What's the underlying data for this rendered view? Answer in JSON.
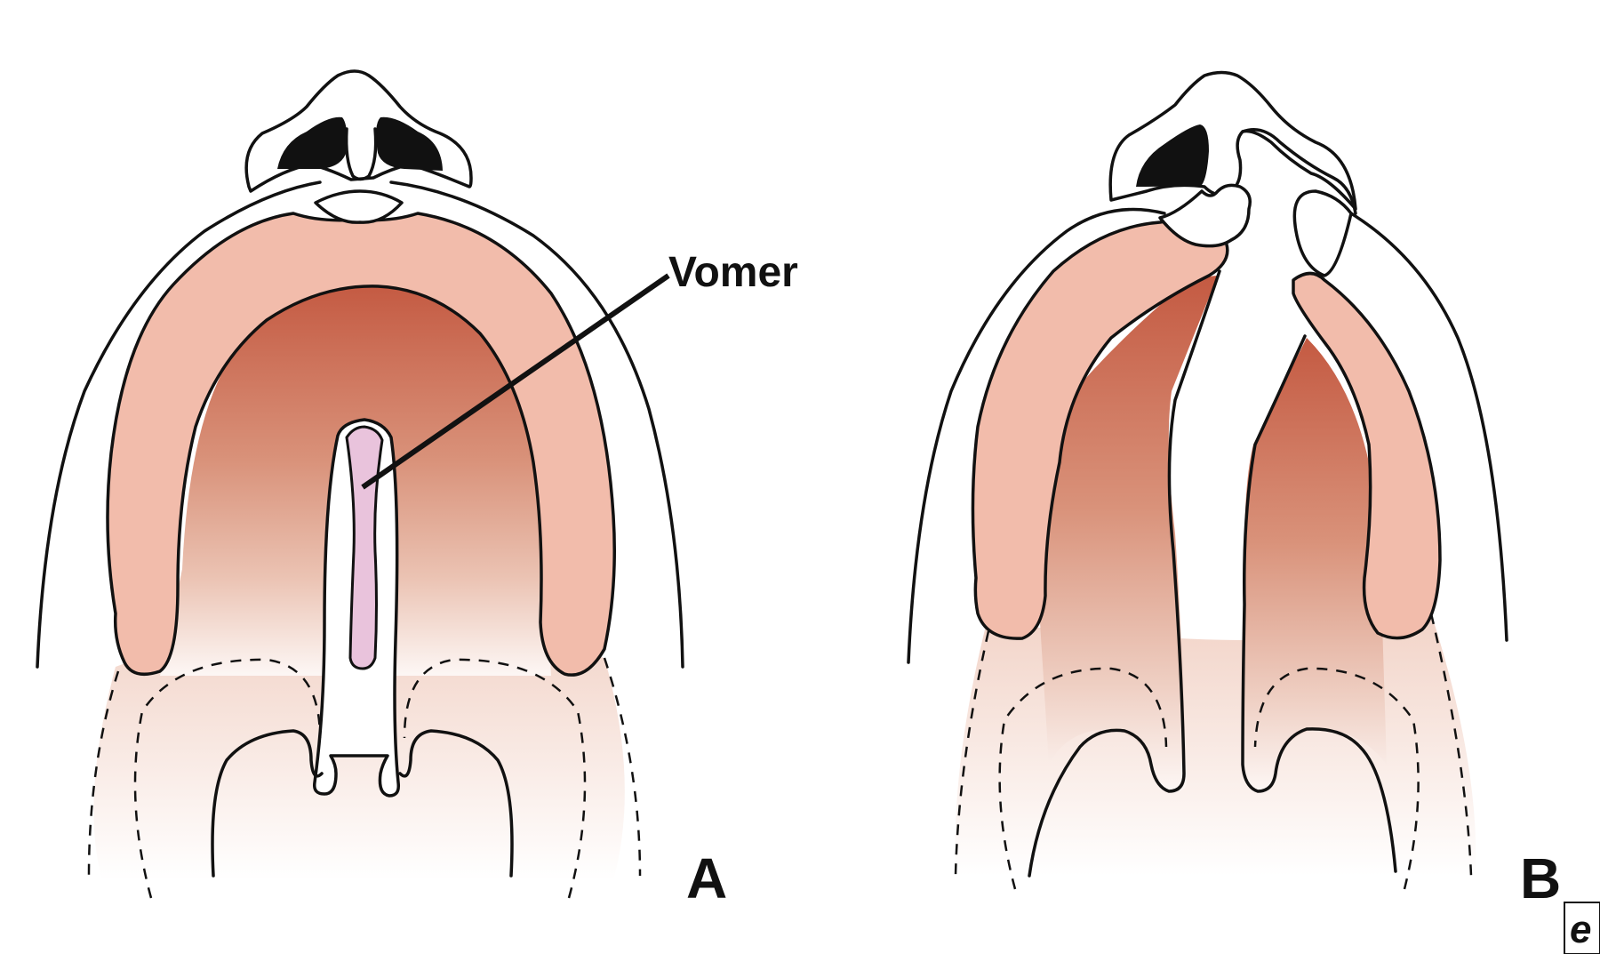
{
  "labels": {
    "vomer": "Vomer",
    "panel_a": "A",
    "panel_b": "B",
    "publisher_mark": "e"
  },
  "colors": {
    "gum_pink": "#f2bcab",
    "palate_dark": "#c45a42",
    "palate_mid": "#d99a82",
    "soft_palate_fade": "#f5ddd3",
    "vomer_fill": "#e9c3dc",
    "outline": "#111111"
  }
}
